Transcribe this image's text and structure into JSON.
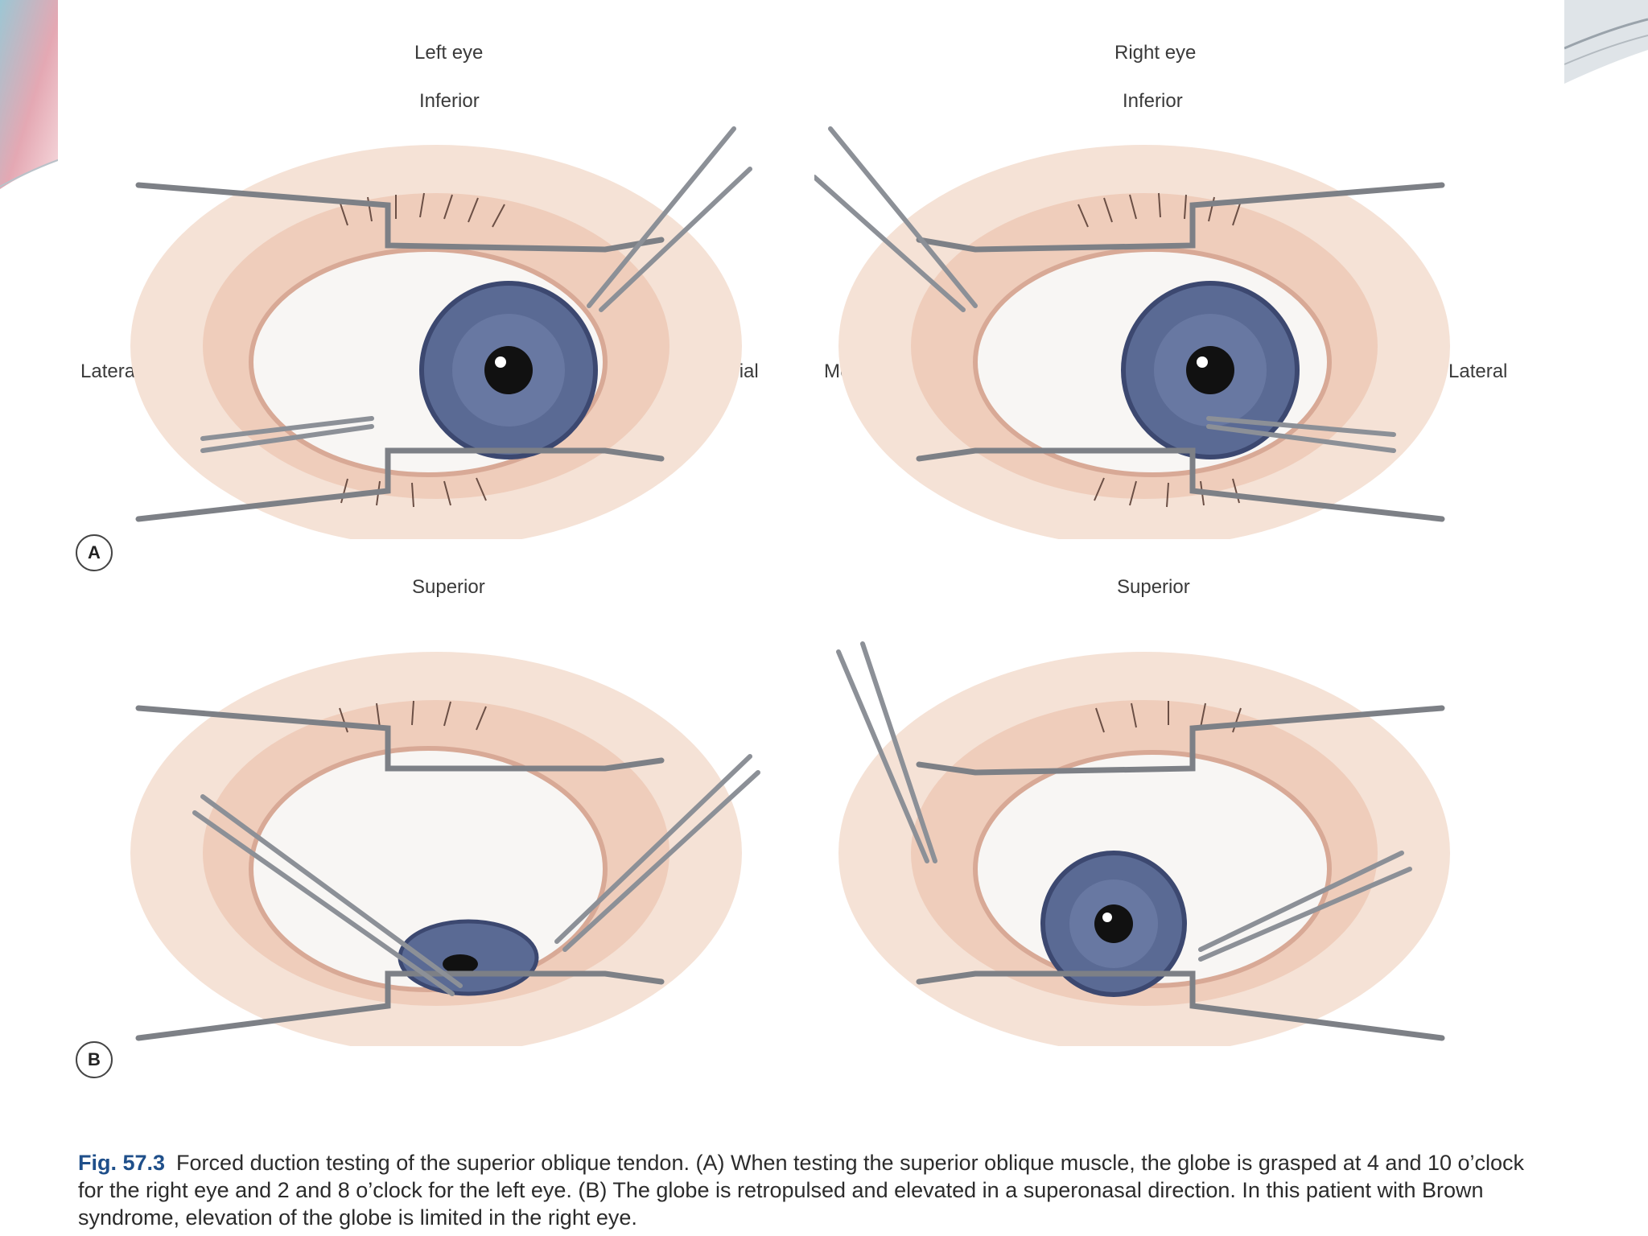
{
  "panel_a": {
    "badge": "A",
    "left_eye": {
      "title": "Left eye",
      "top_label": "Inferior",
      "outer_label": "Lateral",
      "inner_label": "Medial"
    },
    "right_eye": {
      "title": "Right eye",
      "top_label": "Inferior",
      "outer_label": "Lateral",
      "inner_label": "Medial"
    },
    "bottom_label_left": "Superior",
    "bottom_label_right": "Superior"
  },
  "panel_b": {
    "badge": "B"
  },
  "caption": {
    "fig_number": "Fig. 57.3",
    "text": "Forced duction testing of the superior oblique tendon. (A) When testing the superior oblique muscle, the globe is grasped at 4 and 10 o’clock for the right eye and 2 and 8 o’clock for the left eye. (B) The globe is retropulsed and elevated in a superonasal direction. In this patient with Brown syndrome, elevation of the globe is limited in the right eye."
  },
  "colors": {
    "skin": "#f3dccd",
    "lid": "#ecc3b0",
    "sclera": "#f7f4f1",
    "iris": "#5a6a94",
    "speculum": "#7d8086",
    "caption_accent": "#1f4f8a",
    "slide_accent": "#d6a4ad"
  }
}
